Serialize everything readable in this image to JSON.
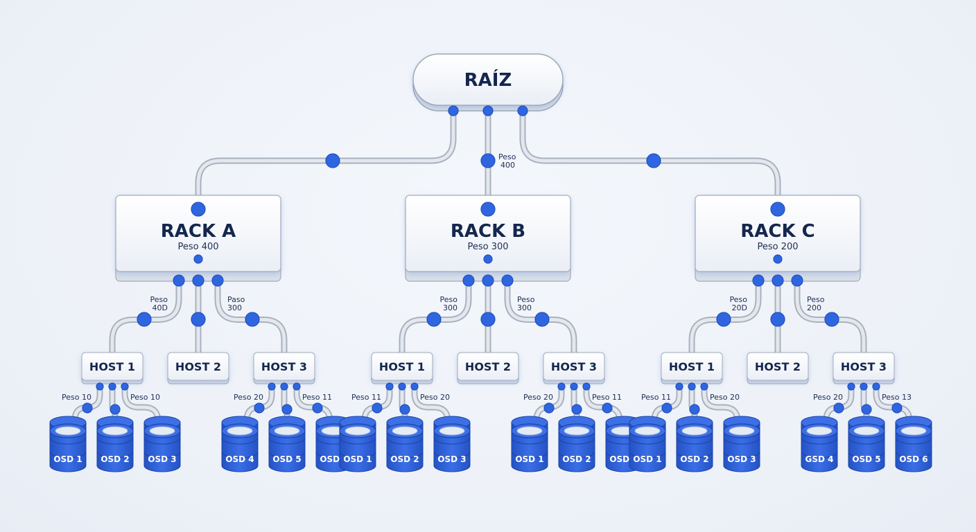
{
  "root": {
    "label": "RAÍZ"
  },
  "root_edge_label": {
    "line1": "Peso",
    "line2": "400"
  },
  "racks": [
    {
      "label": "RACK A",
      "weight": "Peso 400",
      "edge_labels": [
        {
          "line1": "Peso",
          "line2": "40D"
        },
        {
          "line1": "Paso",
          "line2": "300"
        }
      ],
      "hosts": [
        {
          "label": "HOST 1",
          "edge_labels": [
            "Peso 10",
            "Peso 10"
          ],
          "osds": [
            "OSD 1",
            "OSD 2",
            "OSD 3"
          ]
        },
        {
          "label": "HOST 2",
          "edge_labels": [],
          "osds": []
        },
        {
          "label": "HOST 3",
          "edge_labels": [
            "Peso 20",
            "Peso 11"
          ],
          "osds": [
            "OSD 4",
            "OSD 5",
            "OSD 6"
          ]
        }
      ]
    },
    {
      "label": "RACK B",
      "weight": "Peso 300",
      "edge_labels": [
        {
          "line1": "Peso",
          "line2": "300"
        },
        {
          "line1": "Peso",
          "line2": "300"
        }
      ],
      "hosts": [
        {
          "label": "HOST 1",
          "edge_labels": [
            "Peso 11",
            "Peso 20"
          ],
          "osds": [
            "OSD 1",
            "OSD 2",
            "OSD 3"
          ]
        },
        {
          "label": "HOST 2",
          "edge_labels": [],
          "osds": []
        },
        {
          "label": "HOST 3",
          "edge_labels": [
            "Peso 20",
            "Peso 11"
          ],
          "osds": [
            "OSD 1",
            "OSD 2",
            "OSD 3"
          ]
        }
      ]
    },
    {
      "label": "RACK C",
      "weight": "Peso 200",
      "edge_labels": [
        {
          "line1": "Peso",
          "line2": "20D"
        },
        {
          "line1": "Peso",
          "line2": "200"
        }
      ],
      "hosts": [
        {
          "label": "HOST 1",
          "edge_labels": [
            "Peso 11",
            "Peso 20"
          ],
          "osds": [
            "OSD 1",
            "OSD 2",
            "OSD 3"
          ]
        },
        {
          "label": "HOST 2",
          "edge_labels": [],
          "osds": []
        },
        {
          "label": "HOST 3",
          "edge_labels": [
            "Peso 20",
            "Peso 13"
          ],
          "osds": [
            "GSD 4",
            "OSD 5",
            "OSD 6"
          ]
        }
      ]
    }
  ],
  "colors": {
    "node_blue": "#2f66e0",
    "disk_blue": "#2f5fd6",
    "pipe": "#c3c9d3",
    "text_dark": "#14264d"
  }
}
